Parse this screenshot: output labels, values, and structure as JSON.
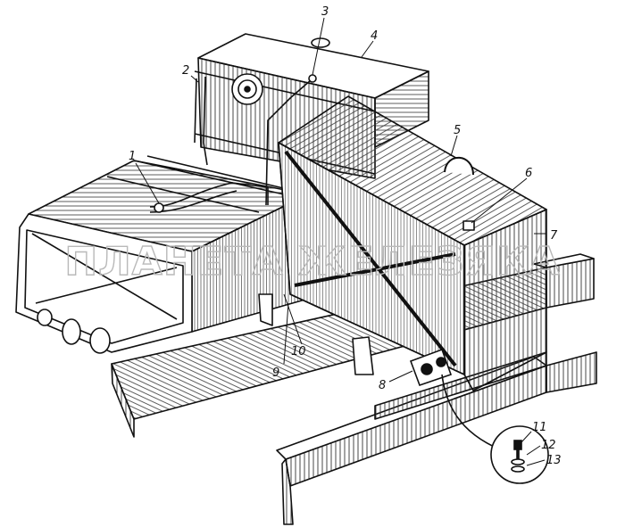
{
  "callouts": [
    {
      "id": "1",
      "text": "1"
    },
    {
      "id": "2",
      "text": "2"
    },
    {
      "id": "3",
      "text": "3"
    },
    {
      "id": "4",
      "text": "4"
    },
    {
      "id": "5",
      "text": "5"
    },
    {
      "id": "6",
      "text": "6"
    },
    {
      "id": "7",
      "text": "7"
    },
    {
      "id": "8",
      "text": "8"
    },
    {
      "id": "9",
      "text": "9"
    },
    {
      "id": "10",
      "text": "10"
    },
    {
      "id": "11",
      "text": "11"
    },
    {
      "id": "12",
      "text": "12"
    },
    {
      "id": "13",
      "text": "13"
    }
  ],
  "watermark": {
    "text": "ПЛАНЕТА ЖЕЛЕЗЯКА"
  },
  "colors": {
    "ink": "#111111",
    "hatch": "#333333",
    "watermark": "#b9b9b9",
    "paper": "#ffffff"
  }
}
